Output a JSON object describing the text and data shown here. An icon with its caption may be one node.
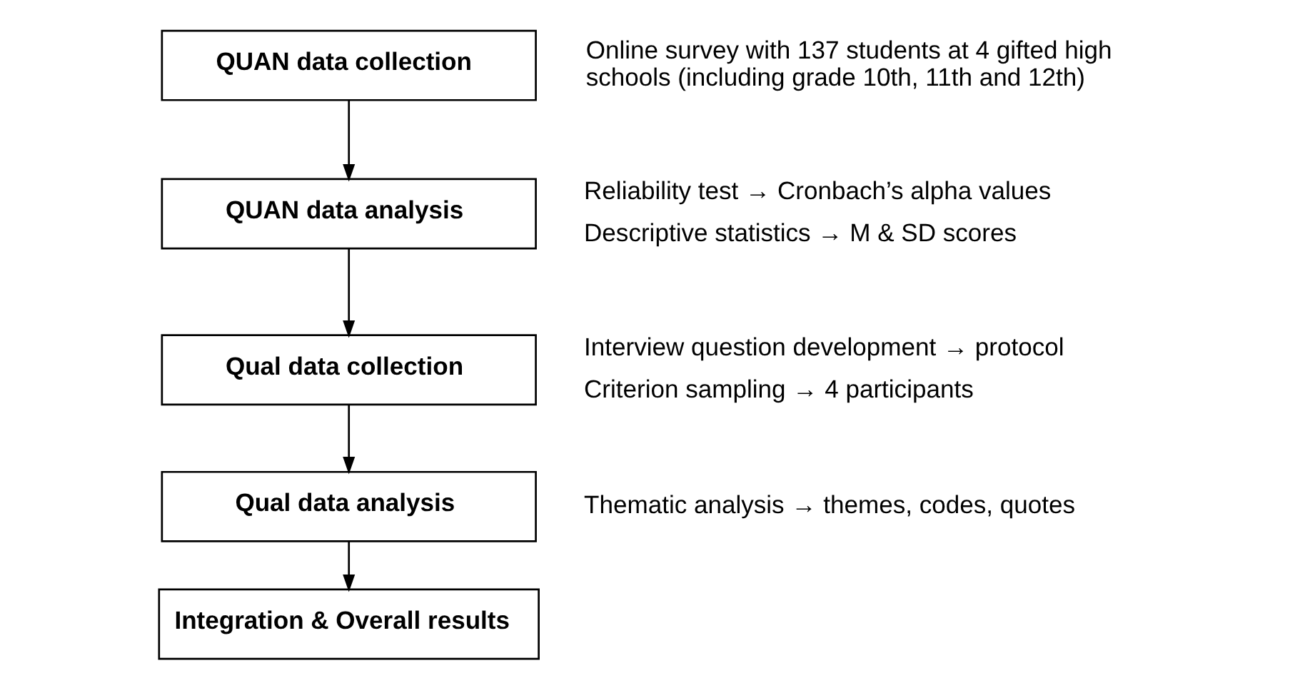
{
  "diagram": {
    "nodes": [
      {
        "text": [
          "QUAN data collection"
        ],
        "beside": [
          "Online survey with 137 students at 4 gifted high schools (including grade 10th, 11th and 12th)"
        ]
      },
      {
        "text": [
          "QUAN data analysis"
        ],
        "beside": [
          "Reliability test → Cronbach’s alpha values",
          "Descriptive statistics → M & SD scores"
        ]
      },
      {
        "text": [
          "Qual data collection"
        ],
        "beside": [
          "Interview question development → protocol",
          "Criterion sampling → 4 participants"
        ]
      },
      {
        "text": [
          "Qual data analysis"
        ],
        "beside": [
          "Thematic analysis → themes, codes, quotes"
        ]
      },
      {
        "text": [
          "Integration & Overall results"
        ]
      }
    ],
    "edges": [
      {
        "from": 0,
        "to": 1,
        "arrow": "to"
      },
      {
        "from": 1,
        "to": 2,
        "arrow": "to"
      },
      {
        "from": 2,
        "to": 3,
        "arrow": "to"
      },
      {
        "from": 3,
        "to": 4,
        "arrow": "to"
      }
    ]
  }
}
